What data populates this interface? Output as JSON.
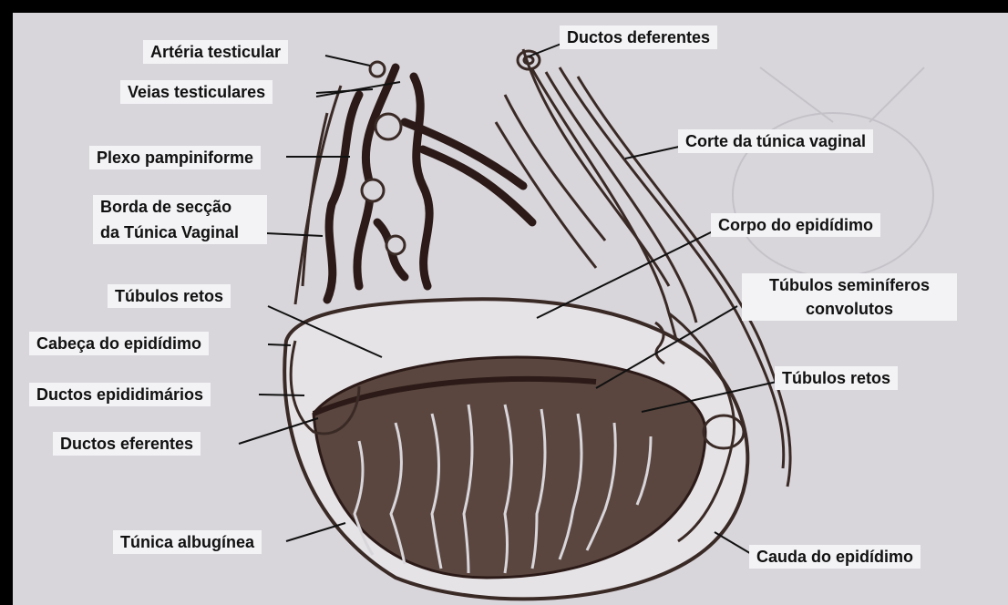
{
  "colors": {
    "frame": "#000000",
    "paper": "#d9d6db",
    "label_background": "#f3f2f5",
    "ink": "#3a2a26"
  },
  "labels": {
    "arteria_testicular": "Artéria testicular",
    "veias_testiculares": "Veias testiculares",
    "plexo_pampiniforme": "Plexo pampiniforme",
    "borda_seccao_line1": "Borda de secção",
    "borda_seccao_line2": "da Túnica Vaginal",
    "tubulos_retos_left": "Túbulos retos",
    "cabeca_epididimo": "Cabeça do epidídimo",
    "ductos_epididimarios": "Ductos epididimários",
    "ductos_eferentes": "Ductos eferentes",
    "tunica_albuginea": "Túnica albugínea",
    "ductos_deferentes": "Ductos deferentes",
    "corte_tunica_vaginal": "Corte da túnica vaginal",
    "corpo_epididimo": "Corpo do epidídimo",
    "tubulos_seminiferos_line1": "Túbulos seminíferos",
    "tubulos_seminiferos_line2": "convolutos",
    "tubulos_retos_right": "Túbulos retos",
    "cauda_epididimo": "Cauda do epidídimo"
  }
}
